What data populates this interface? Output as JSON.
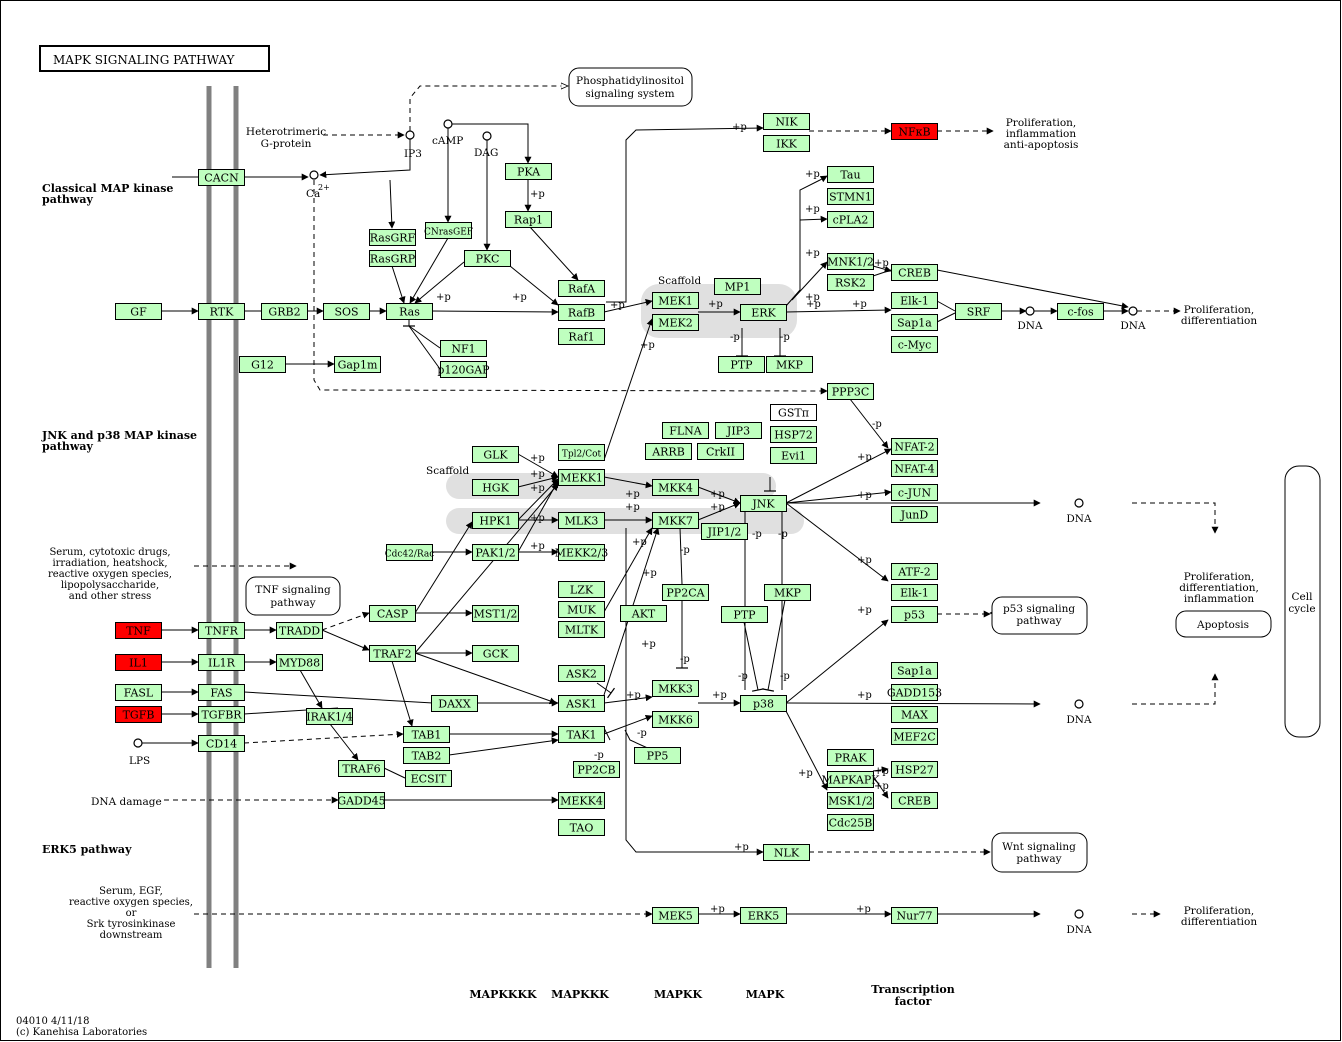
{
  "title": "MAPK SIGNALING PATHWAY",
  "colors": {
    "gene": "#bfffbf",
    "highlight": "#ff0000",
    "scaffold": "#e0e0e0",
    "membrane": "#808080"
  },
  "sections": {
    "classical": "Classical MAP kinase pathway",
    "jnk_p38": "JNK and p38 MAP kinase pathway",
    "erk5": "ERK5 pathway"
  },
  "labels": {
    "heterotrimeric": "Heterotrimeric G-protein",
    "ip3": "IP3",
    "camp": "cAMP",
    "dag": "DAG",
    "ca": "Ca2+",
    "scaffold1": "Scaffold",
    "scaffold2": "Scaffold",
    "lps": "LPS",
    "dna_damage": "DNA damage",
    "serum_stress": "Serum, cytotoxic drugs, irradiation, heatshock, reactive oxygen species, lipopolysaccharide, and other stress",
    "serum_egf": "Serum, EGF, reactive oxygen species, or Srk tyrosinkinase downstream",
    "prolif_infl": "Proliferation, inflammation anti-apoptosis",
    "prolif_diff": "Proliferation, differentiation",
    "prolif_diff_infl": "Proliferation, differentiation, inflammation",
    "prolif_diff2": "Proliferation, differentiation",
    "dna": "DNA"
  },
  "pathways": {
    "pi3k": "Phosphatidylinositol signaling system",
    "tnf": "TNF signaling pathway",
    "p53": "p53 signaling pathway",
    "wnt": "Wnt signaling pathway",
    "apoptosis": "Apoptosis",
    "cell_cycle": "Cell cycle"
  },
  "tiers": {
    "mapkkkk": "MAPKKKK",
    "mapkkk": "MAPKKK",
    "mapkk": "MAPKK",
    "mapk": "MAPK",
    "tf": "Transcription factor"
  },
  "footer": {
    "id": "04010 4/11/18",
    "copyright": "(c) Kanehisa Laboratories"
  },
  "genes": [
    {
      "id": "CACN",
      "label": "CACN"
    },
    {
      "id": "GF",
      "label": "GF"
    },
    {
      "id": "RTK",
      "label": "RTK"
    },
    {
      "id": "GRB2",
      "label": "GRB2"
    },
    {
      "id": "SOS",
      "label": "SOS"
    },
    {
      "id": "Ras",
      "label": "Ras"
    },
    {
      "id": "RasGRF",
      "label": "RasGRF"
    },
    {
      "id": "RasGRP",
      "label": "RasGRP"
    },
    {
      "id": "CNrasGEF",
      "label": "CNrasGEF"
    },
    {
      "id": "PKA",
      "label": "PKA"
    },
    {
      "id": "Rap1",
      "label": "Rap1"
    },
    {
      "id": "PKC",
      "label": "PKC"
    },
    {
      "id": "RafA",
      "label": "RafA"
    },
    {
      "id": "RafB",
      "label": "RafB"
    },
    {
      "id": "Raf1",
      "label": "Raf1"
    },
    {
      "id": "NF1",
      "label": "NF1"
    },
    {
      "id": "p120GAP",
      "label": "p120GAP"
    },
    {
      "id": "G12",
      "label": "G12"
    },
    {
      "id": "Gap1m",
      "label": "Gap1m"
    },
    {
      "id": "MEK1",
      "label": "MEK1"
    },
    {
      "id": "MEK2",
      "label": "MEK2"
    },
    {
      "id": "MP1",
      "label": "MP1"
    },
    {
      "id": "ERK",
      "label": "ERK"
    },
    {
      "id": "PTP",
      "label": "PTP"
    },
    {
      "id": "MKP",
      "label": "MKP"
    },
    {
      "id": "NIK",
      "label": "NIK"
    },
    {
      "id": "IKK",
      "label": "IKK"
    },
    {
      "id": "NFkB",
      "label": "NFκB",
      "red": true
    },
    {
      "id": "Tau",
      "label": "Tau"
    },
    {
      "id": "STMN1",
      "label": "STMN1"
    },
    {
      "id": "cPLA2",
      "label": "cPLA2"
    },
    {
      "id": "MNK12",
      "label": "MNK1/2"
    },
    {
      "id": "RSK2",
      "label": "RSK2"
    },
    {
      "id": "CREB",
      "label": "CREB"
    },
    {
      "id": "Elk1",
      "label": "Elk-1"
    },
    {
      "id": "Sap1a",
      "label": "Sap1a"
    },
    {
      "id": "cMyc",
      "label": "c-Myc"
    },
    {
      "id": "SRF",
      "label": "SRF"
    },
    {
      "id": "cfos",
      "label": "c-fos"
    },
    {
      "id": "PPP3C",
      "label": "PPP3C"
    },
    {
      "id": "GSTpi",
      "label": "GSTπ",
      "white": true
    },
    {
      "id": "HSP72",
      "label": "HSP72"
    },
    {
      "id": "Evi1",
      "label": "Evi1"
    },
    {
      "id": "FLNA",
      "label": "FLNA"
    },
    {
      "id": "JIP3",
      "label": "JIP3"
    },
    {
      "id": "ARRB",
      "label": "ARRB"
    },
    {
      "id": "CrkII",
      "label": "CrkII"
    },
    {
      "id": "NFAT2",
      "label": "NFAT-2"
    },
    {
      "id": "NFAT4",
      "label": "NFAT-4"
    },
    {
      "id": "GLK",
      "label": "GLK"
    },
    {
      "id": "Tpl2",
      "label": "Tpl2/Cot"
    },
    {
      "id": "MEKK1",
      "label": "MEKK1"
    },
    {
      "id": "HGK",
      "label": "HGK"
    },
    {
      "id": "MKK4",
      "label": "MKK4"
    },
    {
      "id": "JNK",
      "label": "JNK"
    },
    {
      "id": "cJUN",
      "label": "c-JUN"
    },
    {
      "id": "JunD",
      "label": "JunD"
    },
    {
      "id": "HPK1",
      "label": "HPK1"
    },
    {
      "id": "MLK3",
      "label": "MLK3"
    },
    {
      "id": "MKK7",
      "label": "MKK7"
    },
    {
      "id": "JIP12",
      "label": "JIP1/2"
    },
    {
      "id": "Cdc42",
      "label": "Cdc42/Rac"
    },
    {
      "id": "PAK12",
      "label": "PAK1/2"
    },
    {
      "id": "MEKK23",
      "label": "MEKK2/3"
    },
    {
      "id": "LZK",
      "label": "LZK"
    },
    {
      "id": "MUK",
      "label": "MUK"
    },
    {
      "id": "MLTK",
      "label": "MLTK"
    },
    {
      "id": "AKT",
      "label": "AKT"
    },
    {
      "id": "PP2CA",
      "label": "PP2CA"
    },
    {
      "id": "PTP2",
      "label": "PTP"
    },
    {
      "id": "MKP2",
      "label": "MKP"
    },
    {
      "id": "ATF2",
      "label": "ATF-2"
    },
    {
      "id": "Elk1b",
      "label": "Elk-1"
    },
    {
      "id": "p53",
      "label": "p53"
    },
    {
      "id": "TNF",
      "label": "TNF",
      "red": true
    },
    {
      "id": "TNFR",
      "label": "TNFR"
    },
    {
      "id": "TRADD",
      "label": "TRADD"
    },
    {
      "id": "CASP",
      "label": "CASP"
    },
    {
      "id": "MST12",
      "label": "MST1/2"
    },
    {
      "id": "IL1",
      "label": "IL1",
      "red": true
    },
    {
      "id": "IL1R",
      "label": "IL1R"
    },
    {
      "id": "MYD88",
      "label": "MYD88"
    },
    {
      "id": "TRAF2",
      "label": "TRAF2"
    },
    {
      "id": "GCK",
      "label": "GCK"
    },
    {
      "id": "FASL",
      "label": "FASL"
    },
    {
      "id": "FAS",
      "label": "FAS"
    },
    {
      "id": "TGFB",
      "label": "TGFB",
      "red": true
    },
    {
      "id": "TGFBR",
      "label": "TGFBR"
    },
    {
      "id": "IRAK14",
      "label": "IRAK1/4"
    },
    {
      "id": "DAXX",
      "label": "DAXX"
    },
    {
      "id": "ASK2",
      "label": "ASK2"
    },
    {
      "id": "ASK1",
      "label": "ASK1"
    },
    {
      "id": "MKK3",
      "label": "MKK3"
    },
    {
      "id": "MKK6",
      "label": "MKK6"
    },
    {
      "id": "p38",
      "label": "p38"
    },
    {
      "id": "Sap1a2",
      "label": "Sap1a"
    },
    {
      "id": "GADD153",
      "label": "GADD153"
    },
    {
      "id": "MAX",
      "label": "MAX"
    },
    {
      "id": "MEF2C",
      "label": "MEF2C"
    },
    {
      "id": "CD14",
      "label": "CD14"
    },
    {
      "id": "TAB1",
      "label": "TAB1"
    },
    {
      "id": "TAB2",
      "label": "TAB2"
    },
    {
      "id": "TAK1",
      "label": "TAK1"
    },
    {
      "id": "TRAF6",
      "label": "TRAF6"
    },
    {
      "id": "ECSIT",
      "label": "ECSIT"
    },
    {
      "id": "PP2CB",
      "label": "PP2CB"
    },
    {
      "id": "PP5",
      "label": "PP5"
    },
    {
      "id": "PRAK",
      "label": "PRAK"
    },
    {
      "id": "MAPKAPK",
      "label": "MAPKAPK"
    },
    {
      "id": "MSK12",
      "label": "MSK1/2"
    },
    {
      "id": "Cdc25B",
      "label": "Cdc25B"
    },
    {
      "id": "HSP27",
      "label": "HSP27"
    },
    {
      "id": "CREB2",
      "label": "CREB"
    },
    {
      "id": "GADD45",
      "label": "GADD45"
    },
    {
      "id": "MEKK4",
      "label": "MEKK4"
    },
    {
      "id": "TAO",
      "label": "TAO"
    },
    {
      "id": "NLK",
      "label": "NLK"
    },
    {
      "id": "MEK5",
      "label": "MEK5"
    },
    {
      "id": "ERK5",
      "label": "ERK5"
    },
    {
      "id": "Nur77",
      "label": "Nur77"
    }
  ]
}
